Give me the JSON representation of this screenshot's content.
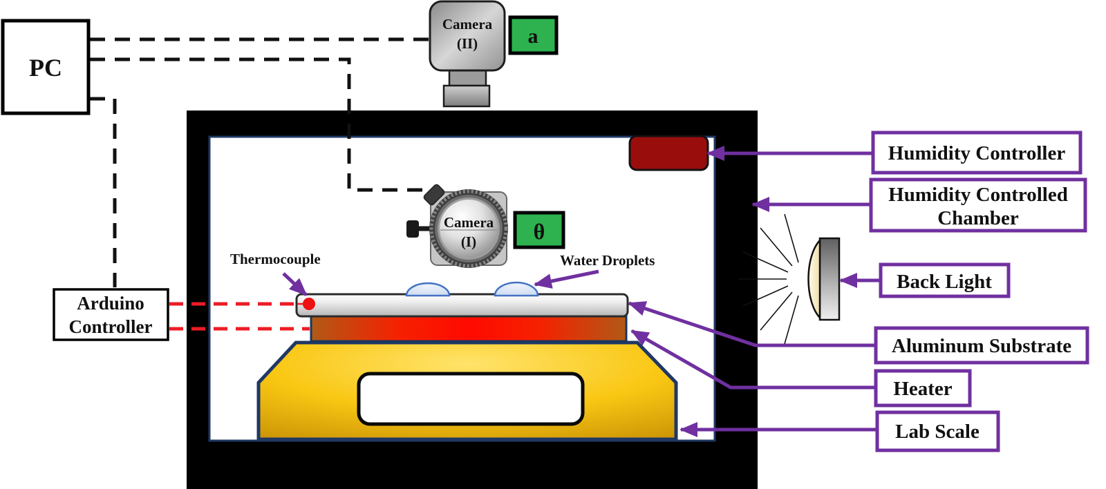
{
  "pc": {
    "label": "PC"
  },
  "camera_top": {
    "name_line1": "Camera",
    "name_line2": "(II)",
    "badge": "a"
  },
  "camera_front": {
    "name_line1": "Camera",
    "name_line2": "(I)",
    "badge": "θ"
  },
  "arduino": {
    "line1": "Arduino",
    "line2": "Controller"
  },
  "annotations": {
    "thermocouple": "Thermocouple",
    "water_droplets": "Water Droplets"
  },
  "callouts": {
    "humidity_controller": {
      "label": "Humidity Controller"
    },
    "humidity_controlled_chamber": {
      "line1": "Humidity Controlled",
      "line2": "Chamber"
    },
    "back_light": {
      "label": "Back Light"
    },
    "aluminum_substrate": {
      "label": "Aluminum Substrate"
    },
    "heater": {
      "label": "Heater"
    },
    "lab_scale": {
      "label": "Lab Scale"
    }
  },
  "colors": {
    "callout_border": "#7030A0",
    "arrow": "#7030A0",
    "badge_green": "#2DB24F",
    "humidity_device": "#9A0D0D",
    "wire_red": "#EC1C24",
    "wire_black": "#111111",
    "heater_center": "#FF0000",
    "heater_edge": "#B05A17",
    "scale_gold": "#F9C713",
    "droplet_fill": "#CBD9F0",
    "droplet_border": "#4472C4",
    "chamber_wall": "#000000",
    "chamber_inner_border": "#1F3864"
  }
}
